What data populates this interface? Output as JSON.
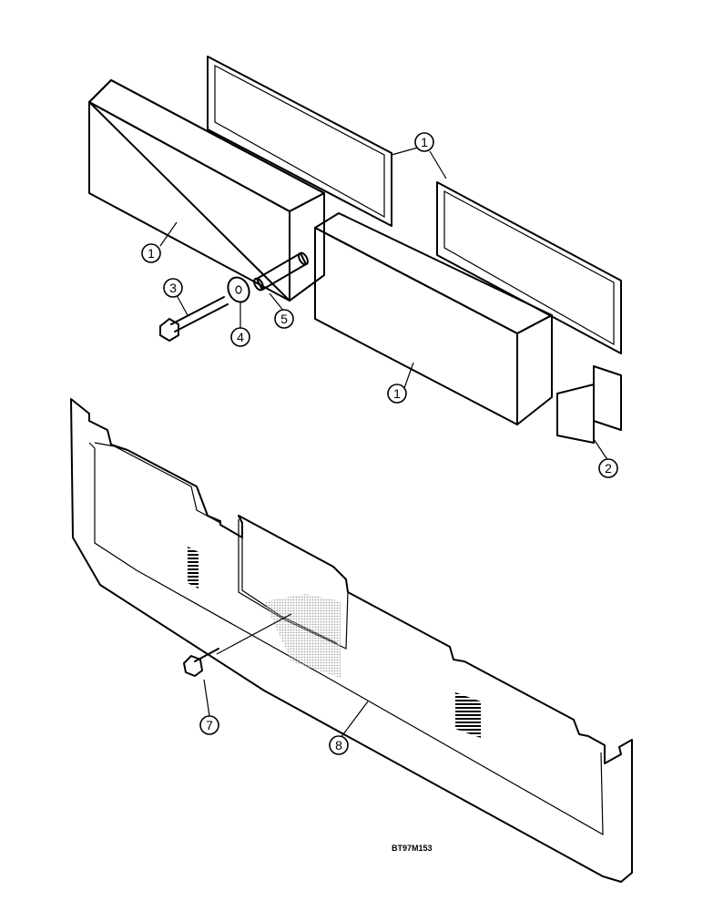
{
  "callouts": [
    {
      "id": "c1a",
      "label": "1"
    },
    {
      "id": "c1b",
      "label": "1"
    },
    {
      "id": "c1c",
      "label": "1"
    },
    {
      "id": "c2",
      "label": "2"
    },
    {
      "id": "c3",
      "label": "3"
    },
    {
      "id": "c4",
      "label": "4"
    },
    {
      "id": "c5",
      "label": "5"
    },
    {
      "id": "c7",
      "label": "7"
    },
    {
      "id": "c8",
      "label": "8"
    }
  ],
  "drawing_code": "BT97M153"
}
